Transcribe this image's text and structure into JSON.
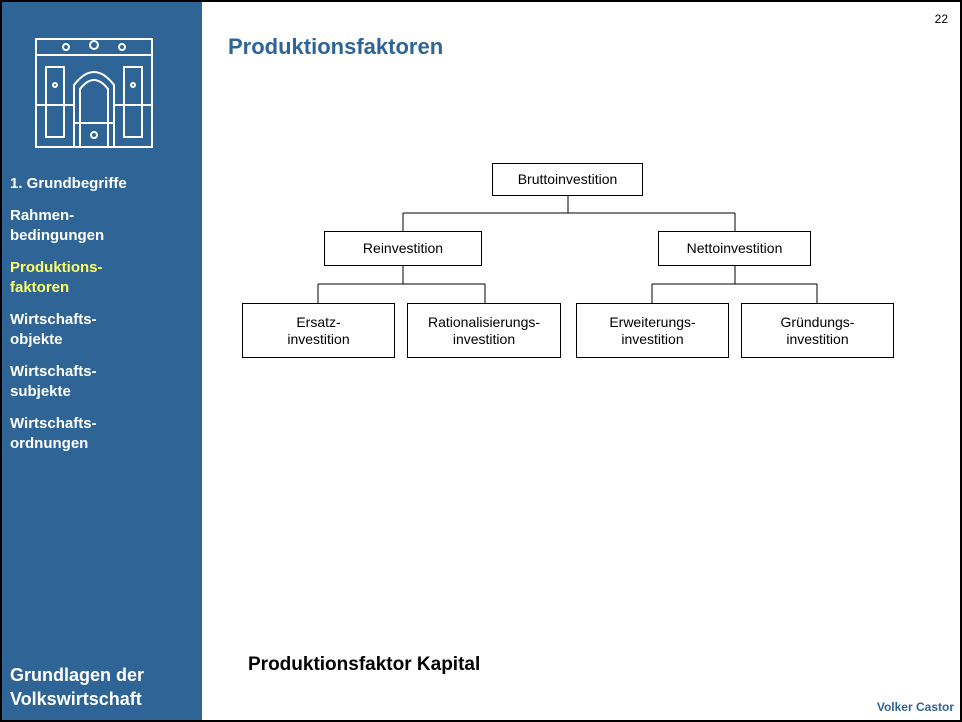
{
  "page_number": "22",
  "title": "Produktionsfaktoren",
  "sidebar": {
    "items": [
      {
        "label": "1. Grundbegriffe",
        "active": false
      },
      {
        "label": "Rahmen-\nbedingungen",
        "active": false
      },
      {
        "label": "Produktions-\nfaktoren",
        "active": true
      },
      {
        "label": "Wirtschafts-\nobjekte",
        "active": false
      },
      {
        "label": "Wirtschafts-\nsubjekte",
        "active": false
      },
      {
        "label": "Wirtschafts-\nordnungen",
        "active": false
      }
    ],
    "footer_title": "Grundlagen der\nVolkswirtschaft"
  },
  "diagram": {
    "root": "Bruttoinvestition",
    "level2": [
      "Reinvestition",
      "Nettoinvestition"
    ],
    "level3": [
      "Ersatz-\ninvestition",
      "Rationalisierungs-\ninvestition",
      "Erweiterungs-\ninvestition",
      "Gründungs-\ninvestition"
    ]
  },
  "subtitle": "Produktionsfaktor Kapital",
  "author": "Volker Castor",
  "colors": {
    "sidebar_bg": "#2e6496",
    "active_nav": "#ffff66",
    "title": "#2e6496"
  }
}
